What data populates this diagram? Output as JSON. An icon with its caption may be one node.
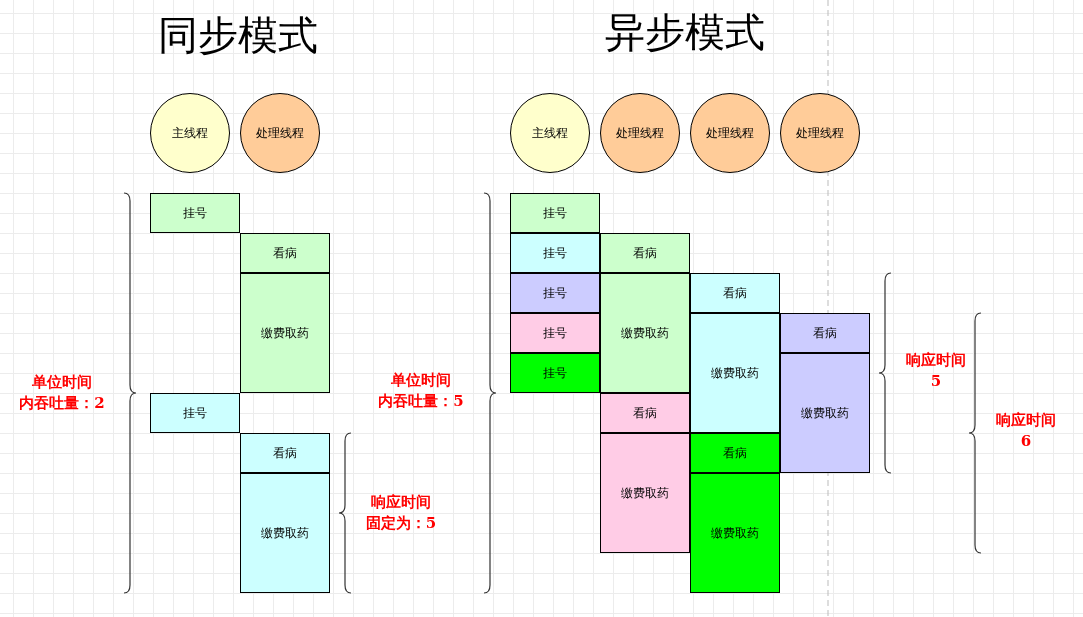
{
  "diagram": {
    "nodes": [
      {
        "text": [
          "主线程"
        ]
      },
      {
        "text": [
          "处理线程"
        ]
      },
      {
        "text": [
          "挂号"
        ]
      },
      {
        "text": [
          "看病"
        ]
      },
      {
        "text": [
          "缴费取药"
        ]
      },
      {
        "text": [
          "挂号"
        ]
      },
      {
        "text": [
          "看病"
        ]
      },
      {
        "text": [
          "缴费取药"
        ]
      },
      {
        "text": [
          "主线程"
        ]
      },
      {
        "text": [
          "处理线程"
        ]
      },
      {
        "text": [
          "处理线程"
        ]
      },
      {
        "text": [
          "处理线程"
        ]
      },
      {
        "text": [
          "挂号"
        ]
      },
      {
        "text": [
          "挂号"
        ]
      },
      {
        "text": [
          "看病"
        ]
      },
      {
        "text": [
          "挂号"
        ]
      },
      {
        "text": [
          "挂号"
        ]
      },
      {
        "text": [
          "挂号"
        ]
      },
      {
        "text": [
          "缴费取药"
        ]
      },
      {
        "text": [
          "看病"
        ]
      },
      {
        "text": [
          "缴费取药"
        ]
      },
      {
        "text": [
          "看病"
        ]
      },
      {
        "text": [
          "缴费取药"
        ]
      },
      {
        "text": [
          "看病"
        ]
      },
      {
        "text": [
          "缴费取药"
        ]
      },
      {
        "text": [
          "看病"
        ]
      },
      {
        "text": [
          "缴费取药"
        ]
      }
    ],
    "labels": [
      "同步模式",
      "异步模式",
      "单位时间内吞吐量：2",
      "响应时间固定为：5",
      "单位时间内吞吐量：5",
      "响应时间5",
      "响应时间6"
    ]
  }
}
